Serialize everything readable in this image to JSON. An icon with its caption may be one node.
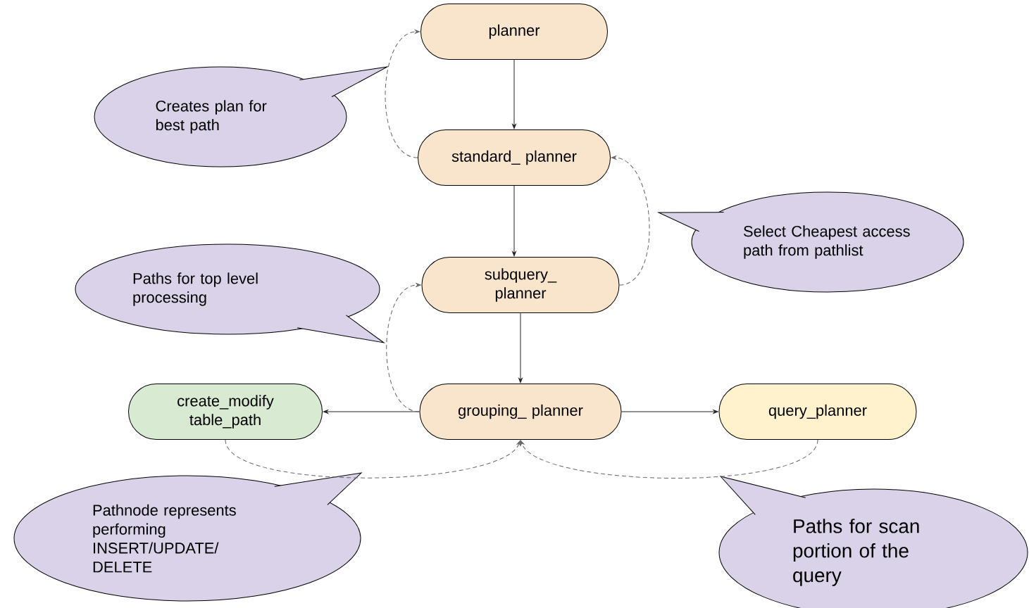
{
  "diagram": {
    "nodes": [
      {
        "text": [
          "planner"
        ]
      },
      {
        "text": [
          "Creates plan for best path"
        ]
      },
      {
        "text": [
          "standard_ planner"
        ]
      },
      {
        "text": [
          "Select Cheapest access path from pathlist"
        ]
      },
      {
        "text": [
          "Paths for top level processing"
        ]
      },
      {
        "text": [
          "subquery_ planner"
        ]
      },
      {
        "text": [
          "create_modify table_path"
        ]
      },
      {
        "text": [
          "grouping_ planner"
        ]
      },
      {
        "text": [
          "query_planner"
        ]
      },
      {
        "text": [
          "Pathnode represents performing INSERT/UPDATE/ DELETE"
        ]
      },
      {
        "text": [
          "Paths for scan portion of the query"
        ]
      }
    ],
    "edges": [
      {
        "from": 0,
        "to": 2,
        "arrow": "to"
      },
      {
        "from": 2,
        "to": 5,
        "arrow": "to"
      },
      {
        "from": 5,
        "to": 7,
        "arrow": "to"
      },
      {
        "from": 7,
        "to": 6,
        "arrow": "to"
      },
      {
        "from": 7,
        "to": 8,
        "arrow": "to"
      },
      {
        "from": 2,
        "to": 0,
        "arrow": "to",
        "style": "dashed",
        "color": "#666666"
      },
      {
        "from": 5,
        "to": 2,
        "arrow": "to",
        "style": "dashed",
        "color": "#666666"
      },
      {
        "from": 7,
        "to": 5,
        "arrow": "to",
        "style": "dashed",
        "color": "#666666"
      },
      {
        "from": 6,
        "to": 7,
        "arrow": "to",
        "style": "dashed",
        "color": "#666666"
      },
      {
        "from": 8,
        "to": 7,
        "arrow": "to",
        "style": "dashed",
        "color": "#666666"
      }
    ]
  }
}
